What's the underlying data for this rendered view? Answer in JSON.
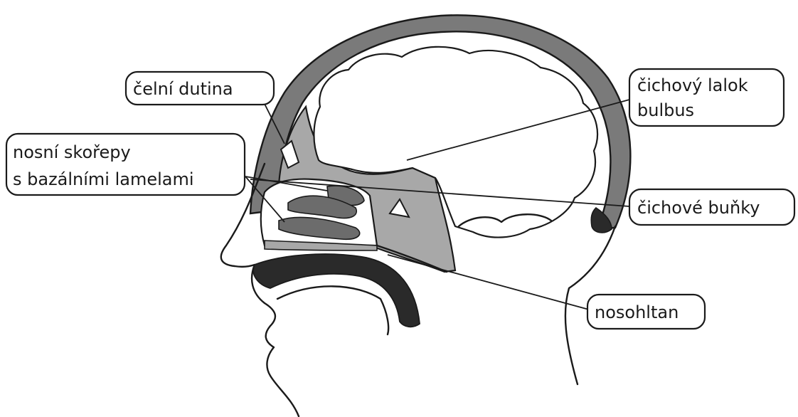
{
  "labels": {
    "frontal_sinus": "čelní dutina",
    "nasal_conchae_line1": "nosní skořepy",
    "nasal_conchae_line2": "s bazálními lamelami",
    "olfactory_bulb_line1": "čichový lalok",
    "olfactory_bulb_line2": "bulbus",
    "olfactory_cells": "čichové buňky",
    "nasopharynx": "nosohltan"
  },
  "colors": {
    "ink": "#1a1a1a",
    "skull_shade": "#7a7a7a",
    "bone_shade": "#a8a8a8",
    "concha_shade": "#6c6c6c",
    "palate_dark": "#2a2a2a",
    "paper": "#ffffff"
  }
}
